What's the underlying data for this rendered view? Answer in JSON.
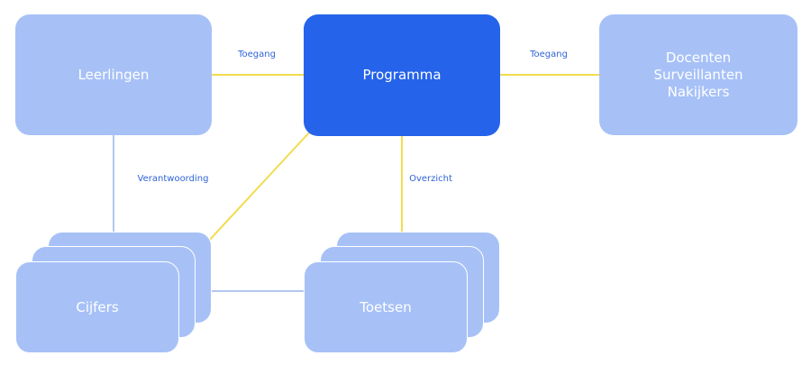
{
  "nodes": {
    "leerlingen": "Leerlingen",
    "programma": "Programma",
    "staff": "Docenten\nSurveillanten\nNakijkers",
    "cijfers": "Cijfers",
    "toetsen": "Toetsen"
  },
  "edges": {
    "toegang_left": "Toegang",
    "toegang_right": "Toegang",
    "verantwoording": "Verantwoording",
    "overzicht": "Overzicht"
  },
  "colors": {
    "node_fill": "#a7c1f7",
    "primary_fill": "#2563eb",
    "connector_yellow": "#f2dc4e",
    "connector_blue": "#b3c8ee",
    "label_text": "#2f63d9"
  }
}
